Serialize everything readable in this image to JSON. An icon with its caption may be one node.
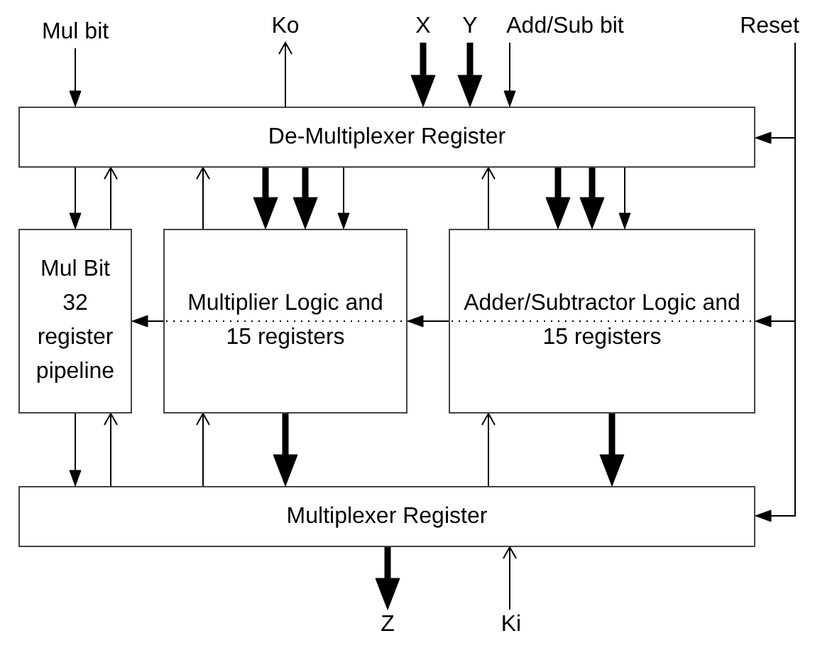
{
  "diagram": {
    "nodes": [
      {
        "text": [
          "Mul bit"
        ]
      },
      {
        "text": [
          "Ko"
        ]
      },
      {
        "text": [
          "X"
        ]
      },
      {
        "text": [
          "Y"
        ]
      },
      {
        "text": [
          "Add/Sub bit"
        ]
      },
      {
        "text": [
          "Reset"
        ]
      },
      {
        "text": [
          "De-Multiplexer Register"
        ]
      },
      {
        "text": [
          "Mul Bit 32 register pipeline"
        ]
      },
      {
        "text": [
          "Multiplier Logic and 15 registers"
        ]
      },
      {
        "text": [
          "Adder/Subtractor Logic and 15 registers"
        ]
      },
      {
        "text": [
          "Multiplexer Register"
        ]
      },
      {
        "text": [
          "Z"
        ]
      },
      {
        "text": [
          "Ki"
        ]
      }
    ],
    "edges": [
      {
        "from": 0,
        "to": 6,
        "arrow": "to"
      },
      {
        "from": 6,
        "to": 1,
        "arrow": "to"
      },
      {
        "from": 2,
        "to": 6,
        "arrow": "to",
        "style": "thick"
      },
      {
        "from": 3,
        "to": 6,
        "arrow": "to",
        "style": "thick"
      },
      {
        "from": 4,
        "to": 6,
        "arrow": "to"
      },
      {
        "from": 5,
        "to": 6,
        "arrow": "to"
      },
      {
        "from": 5,
        "to": 9,
        "arrow": "to"
      },
      {
        "from": 5,
        "to": 10,
        "arrow": "to"
      },
      {
        "from": 6,
        "to": 7,
        "arrow": "to"
      },
      {
        "from": 7,
        "to": 6,
        "arrow": "to"
      },
      {
        "from": 8,
        "to": 6,
        "arrow": "to"
      },
      {
        "from": 6,
        "to": 8,
        "arrow": "to",
        "style": "thick"
      },
      {
        "from": 6,
        "to": 8,
        "arrow": "to",
        "style": "thick"
      },
      {
        "from": 6,
        "to": 8,
        "arrow": "to"
      },
      {
        "from": 9,
        "to": 6,
        "arrow": "to"
      },
      {
        "from": 6,
        "to": 9,
        "arrow": "to",
        "style": "thick"
      },
      {
        "from": 6,
        "to": 9,
        "arrow": "to",
        "style": "thick"
      },
      {
        "from": 6,
        "to": 9,
        "arrow": "to"
      },
      {
        "from": 9,
        "to": 8,
        "arrow": "to"
      },
      {
        "from": 8,
        "to": 7,
        "arrow": "to"
      },
      {
        "from": 7,
        "to": 10,
        "arrow": "to"
      },
      {
        "from": 10,
        "to": 7,
        "arrow": "to"
      },
      {
        "from": 10,
        "to": 8,
        "arrow": "to"
      },
      {
        "from": 8,
        "to": 10,
        "arrow": "to",
        "style": "thick"
      },
      {
        "from": 10,
        "to": 9,
        "arrow": "to"
      },
      {
        "from": 9,
        "to": 10,
        "arrow": "to",
        "style": "thick"
      },
      {
        "from": 10,
        "to": 11,
        "arrow": "to",
        "style": "thick"
      },
      {
        "from": 12,
        "to": 10,
        "arrow": "to"
      }
    ]
  }
}
